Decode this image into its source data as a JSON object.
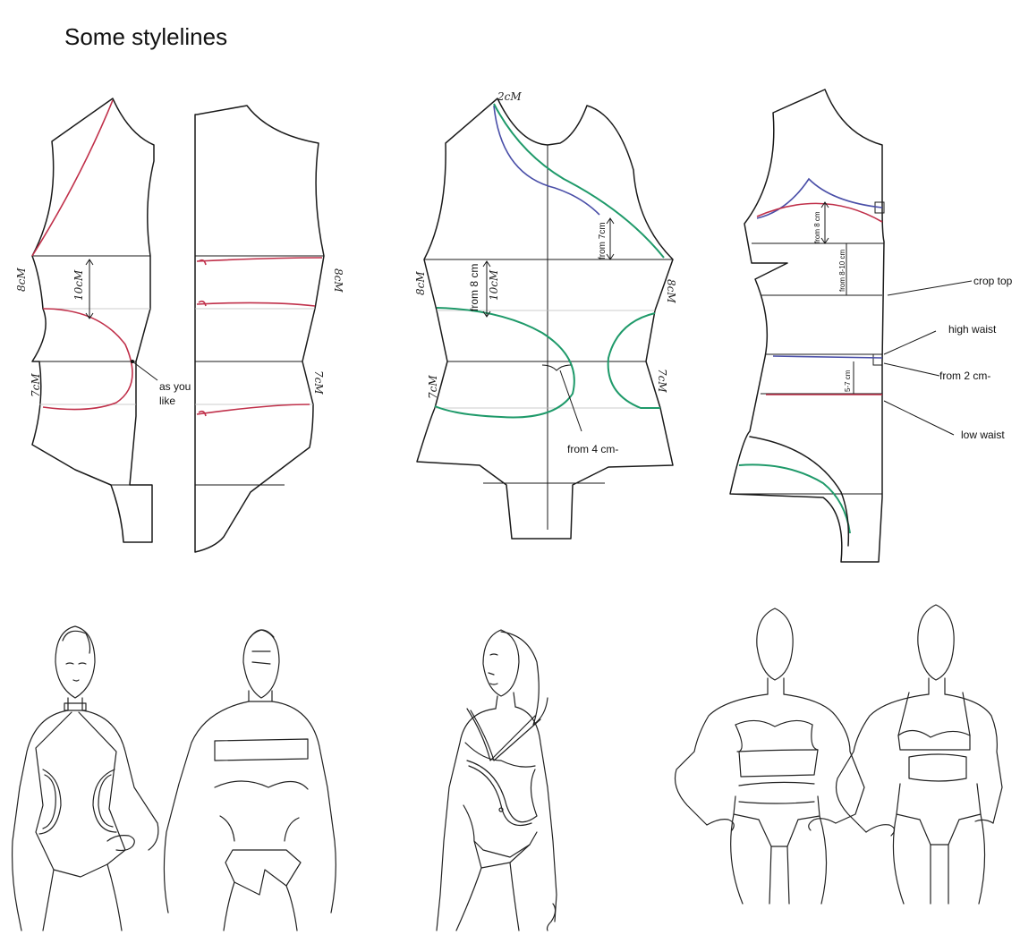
{
  "title": "Some stylelines",
  "colors": {
    "outline": "#1a1a1a",
    "style_red": "#c0304a",
    "style_blue": "#4a4fa8",
    "style_green": "#1f9a6a",
    "background": "#ffffff"
  },
  "pattern_1": {
    "front_left_mark": "8cM",
    "front_mid_mark": "10cM",
    "front_lower_mark": "7cM",
    "note_line1": "as you",
    "note_line2": "like",
    "back_upper_mark": "8cM",
    "back_lower_mark": "7cM"
  },
  "pattern_2": {
    "top_mark": "2cM",
    "left_upper_mark": "8cM",
    "from_8": "from 8 cm",
    "mid_mark": "10cM",
    "from_7": "from 7cm",
    "right_upper_mark": "8cM",
    "left_lower_mark": "7cM",
    "right_lower_mark": "7cM",
    "from_4": "from 4 cm-"
  },
  "pattern_3": {
    "from_8": "from 8 cm",
    "from_8_10": "from 8-10 cm",
    "five_seven": "5-7 cm",
    "crop_top": "crop top",
    "high_waist": "high waist",
    "from_2": "from 2 cm-",
    "low_waist": "low waist"
  },
  "illustrations": [
    {
      "name": "figure-cutout-front",
      "view": "front"
    },
    {
      "name": "figure-cutout-back",
      "view": "back"
    },
    {
      "name": "figure-asymmetric-side",
      "view": "three-quarter"
    },
    {
      "name": "figure-crop-top-low-waist",
      "view": "front"
    },
    {
      "name": "figure-crop-top-high-waist",
      "view": "front"
    }
  ]
}
